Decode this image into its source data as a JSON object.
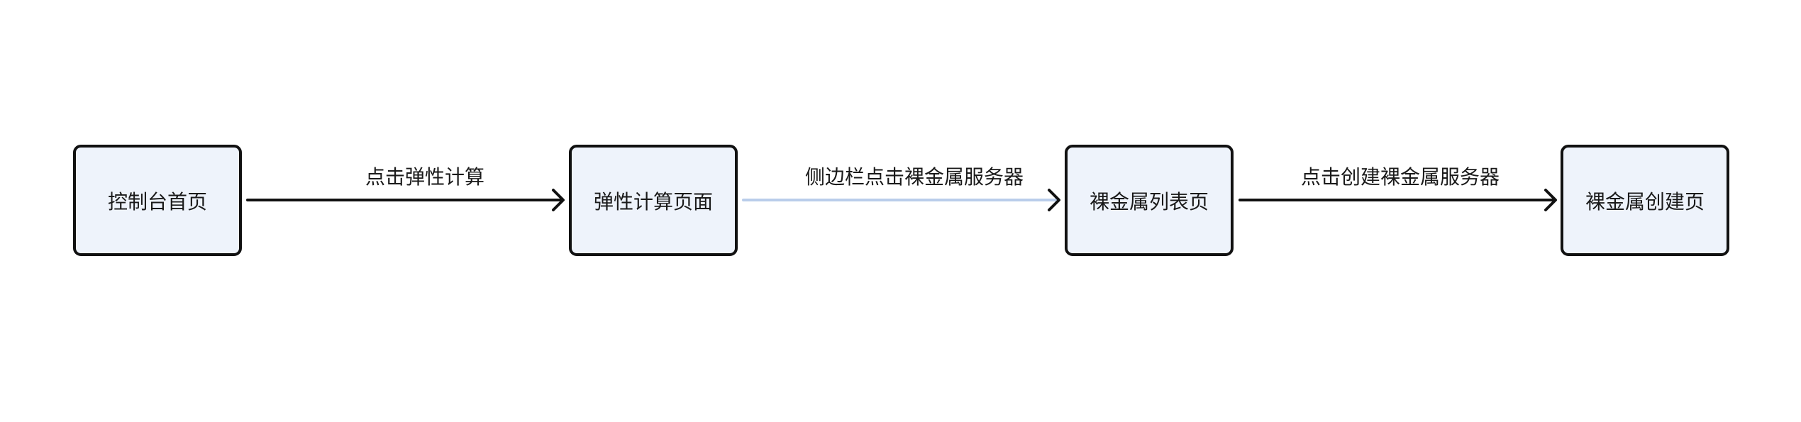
{
  "nodes": [
    {
      "id": "n1",
      "label": "控制台首页"
    },
    {
      "id": "n2",
      "label": "弹性计算页面"
    },
    {
      "id": "n3",
      "label": "裸金属列表页"
    },
    {
      "id": "n4",
      "label": "裸金属创建页"
    }
  ],
  "edges": [
    {
      "from": "n1",
      "to": "n2",
      "label": "点击弹性计算",
      "color": "#111111"
    },
    {
      "from": "n2",
      "to": "n3",
      "label": "侧边栏点击裸金属服务器",
      "color": "#b9cdea"
    },
    {
      "from": "n3",
      "to": "n4",
      "label": "点击创建裸金属服务器",
      "color": "#111111"
    }
  ]
}
